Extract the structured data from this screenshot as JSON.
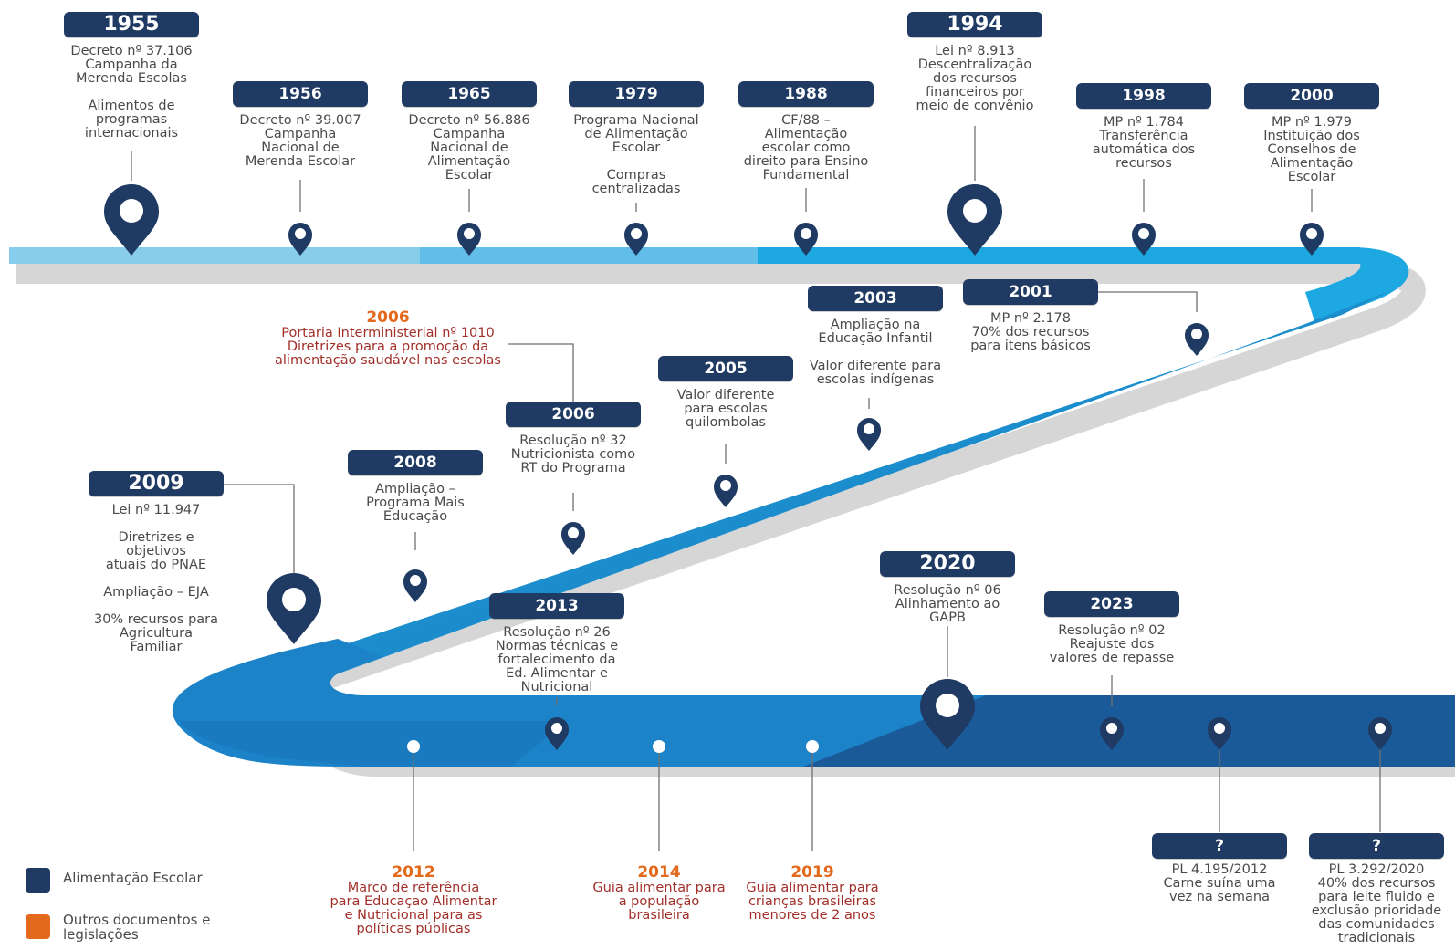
{
  "colors": {
    "school": "#1f3a63",
    "other": "#e36a1c",
    "other_text": "#a2302a",
    "road_light": "#7ec8ea",
    "road_mid": "#1da8e2",
    "road_dark": "#1a73b8",
    "road_navy": "#1a5a99"
  },
  "events": [
    {
      "id": "1955",
      "year": "1955",
      "text": "Decreto nº 37.106\nCampanha da\nMerenda Escolas\n\nAlimentos de\nprogramas\ninternacionais"
    },
    {
      "id": "1956",
      "year": "1956",
      "text": "Decreto nº 39.007\nCampanha\nNacional de\nMerenda Escolar"
    },
    {
      "id": "1965",
      "year": "1965",
      "text": "Decreto nº 56.886\nCampanha\nNacional de\nAlimentação\nEscolar"
    },
    {
      "id": "1979",
      "year": "1979",
      "text": "Programa Nacional\nde Alimentação\nEscolar\n\nCompras\ncentralizadas"
    },
    {
      "id": "1988",
      "year": "1988",
      "text": "CF/88 –\nAlimentação\nescolar como\ndireito para Ensino\nFundamental"
    },
    {
      "id": "1994",
      "year": "1994",
      "text": "Lei nº 8.913\nDescentralização\ndos recursos\nfinanceiros por\nmeio de convênio"
    },
    {
      "id": "1998",
      "year": "1998",
      "text": "MP nº 1.784\nTransferência\nautomática dos\nrecursos"
    },
    {
      "id": "2000",
      "year": "2000",
      "text": "MP nº 1.979\nInstituição dos\nConselhos de\nAlimentação\nEscolar"
    },
    {
      "id": "2001",
      "year": "2001",
      "text": "MP nº 2.178\n70% dos recursos\npara itens básicos"
    },
    {
      "id": "2003",
      "year": "2003",
      "text": "Ampliação na\nEducação Infantil\n\nValor diferente para\nescolas indígenas"
    },
    {
      "id": "2005",
      "year": "2005",
      "text": "Valor diferente\npara escolas\nquilombolas"
    },
    {
      "id": "2006",
      "year": "2006",
      "text": "Resolução nº 32\nNutricionista como\nRT do Programa"
    },
    {
      "id": "2008",
      "year": "2008",
      "text": "Ampliação –\nPrograma Mais\nEducação"
    },
    {
      "id": "2009",
      "year": "2009",
      "text": "Lei nº 11.947\n\nDiretrizes e\nobjetivos\natuais do PNAE\n\nAmpliação – EJA\n\n30% recursos para\nAgricultura\nFamiliar"
    },
    {
      "id": "2013",
      "year": "2013",
      "text": "Resolução nº 26\nNormas técnicas e\nfortalecimento da\nEd.  Alimentar e\nNutricional"
    },
    {
      "id": "2020",
      "year": "2020",
      "text": "Resolução nº 06\nAlinhamento ao\nGAPB"
    },
    {
      "id": "2023",
      "year": "2023",
      "text": "Resolução nº 02\nReajuste dos\nvalores de repasse"
    },
    {
      "id": "pl1",
      "year": "?",
      "text": "PL 4.195/2012\nCarne suína uma\nvez na semana"
    },
    {
      "id": "pl2",
      "year": "?",
      "text": "PL 3.292/2020\n40% dos recursos\npara leite fluido e\nexclusão prioridade\ndas comunidades\ntradicionais"
    }
  ],
  "other_docs": [
    {
      "id": "o2006",
      "year": "2006",
      "text": "Portaria Interministerial nº 1010\nDiretrizes para a promoção da\nalimentação saudável nas escolas"
    },
    {
      "id": "o2012",
      "year": "2012",
      "text": "Marco de referência\npara Educaçao Alimentar\ne Nutricional para as\npolíticas públicas"
    },
    {
      "id": "o2014",
      "year": "2014",
      "text": "Guia alimentar para\na população\nbrasileira"
    },
    {
      "id": "o2019",
      "year": "2019",
      "text": "Guia alimentar para\ncrianças brasileiras\nmenores de 2 anos"
    }
  ],
  "legend": [
    {
      "label": "Alimentação Escolar",
      "color": "#1f3a63"
    },
    {
      "label": "Outros documentos e\nlegislações",
      "color": "#e36a1c"
    }
  ]
}
